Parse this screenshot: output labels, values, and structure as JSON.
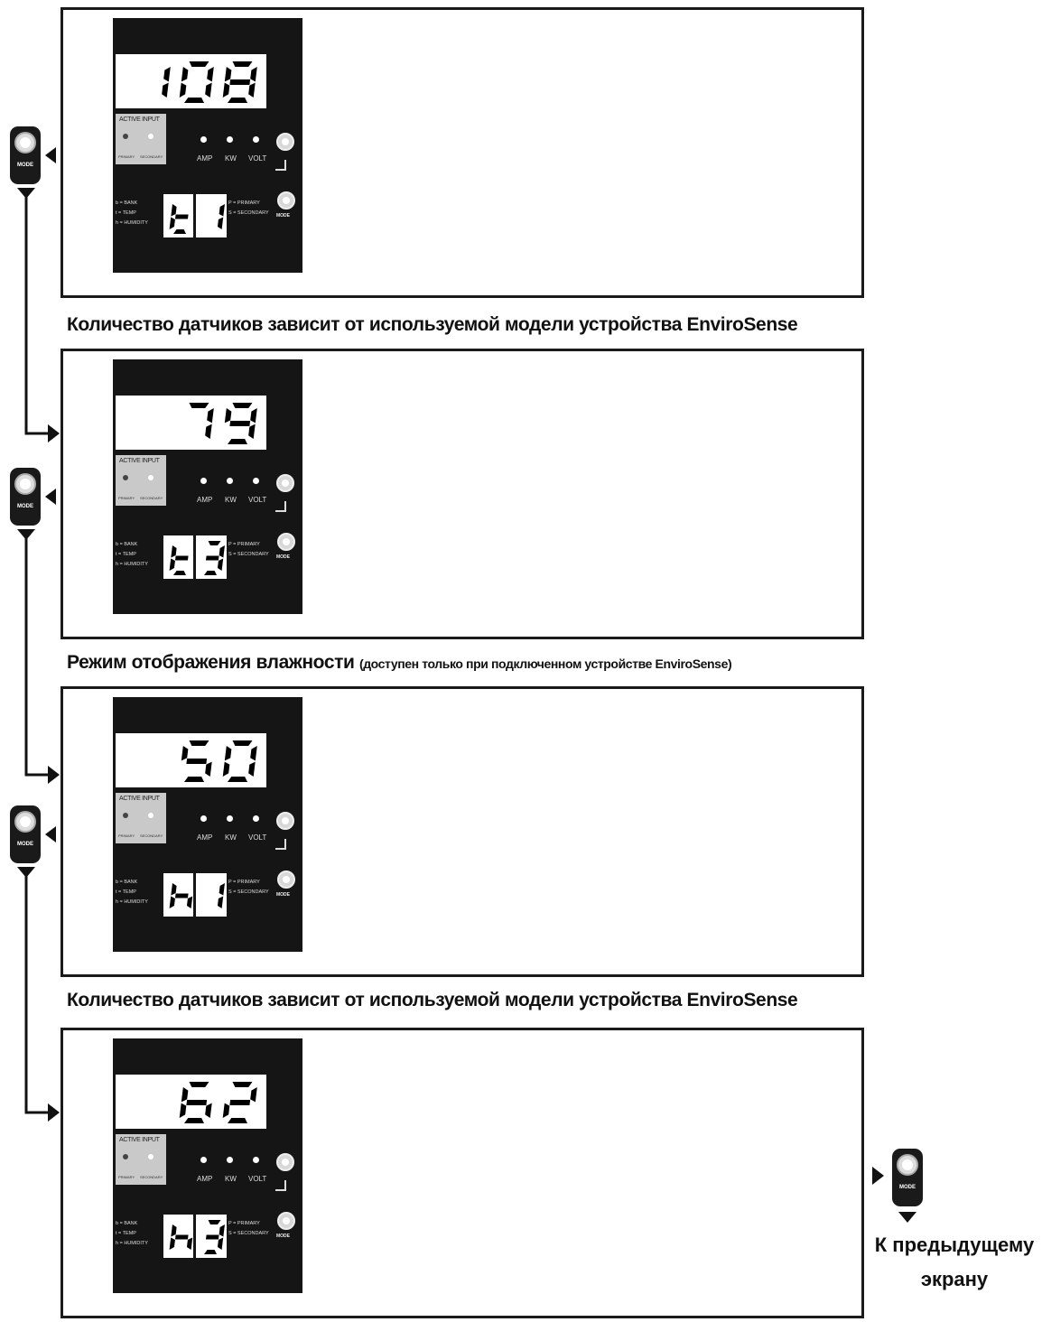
{
  "captions": {
    "sensor_count_1": "Количество датчиков зависит от используемой модели устройства EnviroSense",
    "humidity_mode": "Режим отображения влажности",
    "humidity_note": "(доступен только при подключенном устройстве EnviroSense)",
    "sensor_count_2": "Количество датчиков зависит от используемой модели устройства EnviroSense"
  },
  "panel_labels": {
    "active_input": "ACTIVE INPUT",
    "primary": "PRIMARY",
    "secondary": "SECONDARY",
    "amp": "AMP",
    "kw": "KW",
    "volt": "VOLT",
    "bank": "b = BANK",
    "temp": "t = TEMP",
    "humidity": "h = HUMIDITY",
    "p_primary": "P = PRIMARY",
    "s_secondary": "S = SECONDARY",
    "mode": "MODE"
  },
  "mode_button_label": "MODE",
  "screens": [
    {
      "main": "108",
      "small": "t1"
    },
    {
      "main": "79",
      "small": "t3"
    },
    {
      "main": "50",
      "small": "h1"
    },
    {
      "main": "62",
      "small": "h3"
    }
  ],
  "prev_screen": {
    "line1": "К предыдущему",
    "line2": "экрану"
  }
}
